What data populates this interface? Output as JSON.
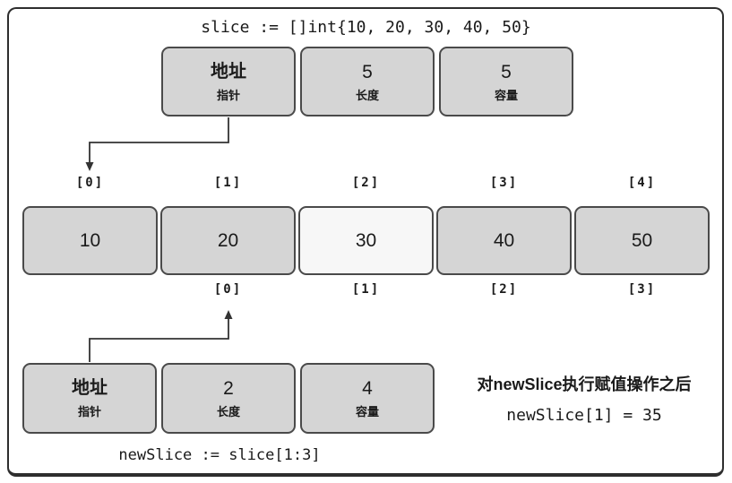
{
  "diagram": {
    "top_code": "slice := []int{10, 20, 30, 40, 50}",
    "slice_header": {
      "pointer": {
        "main": "地址",
        "sub": "指针"
      },
      "length": {
        "main": "5",
        "sub": "长度"
      },
      "capacity": {
        "main": "5",
        "sub": "容量"
      }
    },
    "array": {
      "top_indices": [
        "[0]",
        "[1]",
        "[2]",
        "[3]",
        "[4]"
      ],
      "values": [
        "10",
        "20",
        "30",
        "40",
        "50"
      ],
      "highlighted_value_index": 2,
      "bottom_indices": [
        "[0]",
        "[1]",
        "[2]",
        "[3]"
      ]
    },
    "new_slice_header": {
      "pointer": {
        "main": "地址",
        "sub": "指针"
      },
      "length": {
        "main": "2",
        "sub": "长度"
      },
      "capacity": {
        "main": "4",
        "sub": "容量"
      }
    },
    "bottom_code": "newSlice := slice[1:3]",
    "annotation": {
      "line1": "对newSlice执行赋值操作之后",
      "line2": "newSlice[1] = 35"
    },
    "colors": {
      "box_fill": "#d5d5d5",
      "box_fill_highlight": "#f7f7f7",
      "box_border": "#4a4a4a",
      "frame_border": "#2e2e2e",
      "arrow": "#333333",
      "text": "#1a1a1a"
    }
  }
}
